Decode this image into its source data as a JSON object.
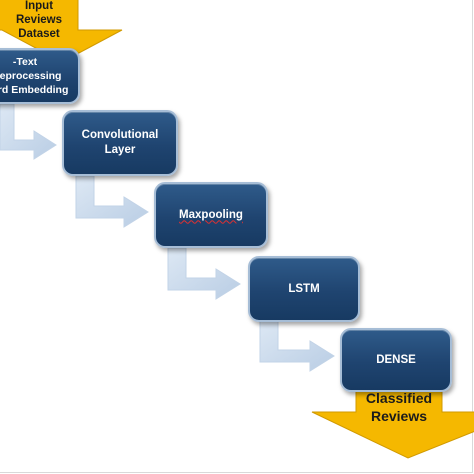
{
  "diagram": {
    "input_callout": {
      "lines": [
        "Input",
        "Reviews",
        "Dataset"
      ]
    },
    "steps": [
      {
        "id": "preprocessing",
        "lines": [
          "-Text",
          "Preprocessing",
          "Word Embedding"
        ]
      },
      {
        "id": "convolutional",
        "lines": [
          "Convolutional",
          "Layer"
        ]
      },
      {
        "id": "maxpooling",
        "lines": [
          "Maxpooling"
        ]
      },
      {
        "id": "lstm",
        "lines": [
          "LSTM"
        ]
      },
      {
        "id": "dense",
        "lines": [
          "DENSE"
        ]
      }
    ],
    "output_callout": {
      "lines": [
        "Classified",
        "Reviews"
      ]
    },
    "colors": {
      "box_fill": "#1f4470",
      "box_border": "#a6bdd6",
      "callout_fill": "#f5b800",
      "connector_fill": "#c9d9ec"
    }
  }
}
